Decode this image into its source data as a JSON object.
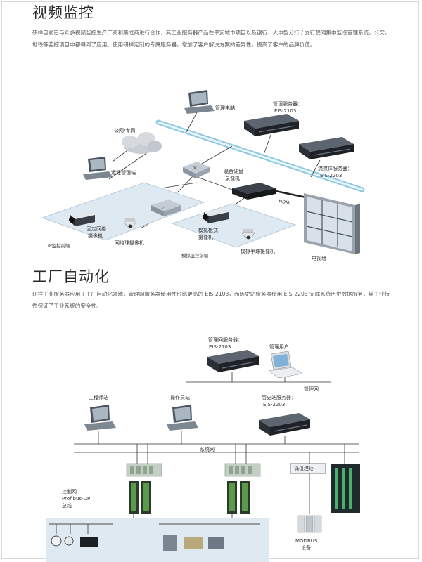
{
  "section1": {
    "title": "视频监控",
    "paragraph": "研祥目前已与众多视频监控生产厂商和集成商进行合作，其工业服务器产品在平安城市项目以及银行、大中型分行 / 支行联网集中监控管理系统，公安，地铁等监控项目中都得到了应用。使用研祥定制的专属服务器，增加了客户解决方案的差异性，提高了客户的品牌价值。",
    "labels": {
      "mgmt_pc": "管理电脑",
      "mgmt_server_name": "管理服务器：",
      "mgmt_server_model": "EIS-2103",
      "public_net": "公网/专网",
      "stream_server_name": "流媒体服务器：",
      "stream_server_model": "EIS-2203",
      "remote_terminal": "远程管理端",
      "hybrid_recorder_1": "混合硬盘",
      "hybrid_recorder_2": "录像机",
      "hdmi": "HDMI",
      "ip_cam_1": "固定网络",
      "ip_cam_2": "摄像机",
      "ip_dome": "网络球摄像机",
      "analog_cam_1": "模拟枪式",
      "analog_cam_2": "摄像机",
      "analog_dome": "模拟半球摄像机",
      "tv_wall": "电视墙",
      "ip_front": "IP监控前端",
      "analog_front": "模拟监控前端"
    }
  },
  "section2": {
    "title": "工厂自动化",
    "paragraph": "研祥工业服务器应用于工厂自动化领域，管理网服务器使用性价比更高的 EIS-2103，而历史站服务器使用 EIS-2203 完成系统历史数据服务，其工业特性保证了工业系统的安全性。",
    "labels": {
      "mgmt_net_server_name": "管理网服务器：",
      "mgmt_net_server_model": "EIS-2103",
      "mgmt_user": "管理用户",
      "mgmt_net": "管理网",
      "engineer_station": "工程师站",
      "operator_station": "操作员站",
      "history_server_name": "历史站服务器：",
      "history_server_model": "EIS-2203",
      "system_net": "系统网",
      "comm_module": "通讯模块",
      "control_net_1": "控制网",
      "control_net_2": "Profibus-DP",
      "control_net_3": "总线",
      "modbus_1": "MODBUS",
      "modbus_2": "设备"
    }
  }
}
